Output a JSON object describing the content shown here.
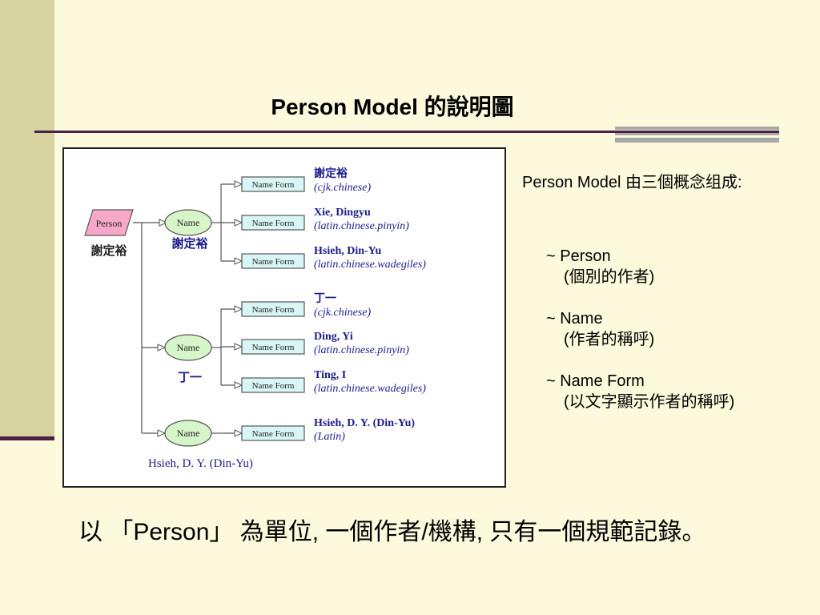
{
  "title": "Person Model 的說明圖",
  "diagram": {
    "person_node": {
      "label": "Person",
      "caption": "謝定裕"
    },
    "groups": [
      {
        "name_label": "Name",
        "name_caption": "謝定裕",
        "forms": [
          {
            "box_label": "Name Form",
            "value": "謝定裕",
            "scheme": "(cjk.chinese)"
          },
          {
            "box_label": "Name Form",
            "value": "Xie, Dingyu",
            "scheme": "(latin.chinese.pinyin)"
          },
          {
            "box_label": "Name Form",
            "value": "Hsieh, Din-Yu",
            "scheme": "(latin.chinese.wadegiles)"
          }
        ]
      },
      {
        "name_label": "Name",
        "name_caption": "丁一",
        "forms": [
          {
            "box_label": "Name Form",
            "value": "丁一",
            "scheme": "(cjk.chinese)"
          },
          {
            "box_label": "Name Form",
            "value": "Ding, Yi",
            "scheme": "(latin.chinese.pinyin)"
          },
          {
            "box_label": "Name Form",
            "value": "Ting, I",
            "scheme": "(latin.chinese.wadegiles)"
          }
        ]
      },
      {
        "name_label": "Name",
        "name_caption": "Hsieh, D. Y. (Din-Yu)",
        "forms": [
          {
            "box_label": "Name Form",
            "value": "Hsieh, D. Y. (Din-Yu)",
            "scheme": "(Latin)"
          }
        ]
      }
    ],
    "colors": {
      "person_fill": "#f7a8c8",
      "name_fill": "#d6f5c8",
      "form_fill": "#d8f6f6",
      "text_blue": "#1c1c8c"
    }
  },
  "side": {
    "intro": "Person Model 由三個概念组成:",
    "items": [
      {
        "head": "~ Person",
        "sub": "(個別的作者)"
      },
      {
        "head": "~ Name",
        "sub": "(作者的稱呼)"
      },
      {
        "head": "~ Name Form",
        "sub": "(以文字顯示作者的稱呼)"
      }
    ]
  },
  "bottom": "以 「Person」 為單位, 一個作者/機構, 只有一個規範記錄。",
  "theme": {
    "background": "#fdf9dc",
    "left_bar": "#d6d3a0",
    "accent": "#4a2148",
    "stripes": "#a8a8a8"
  }
}
